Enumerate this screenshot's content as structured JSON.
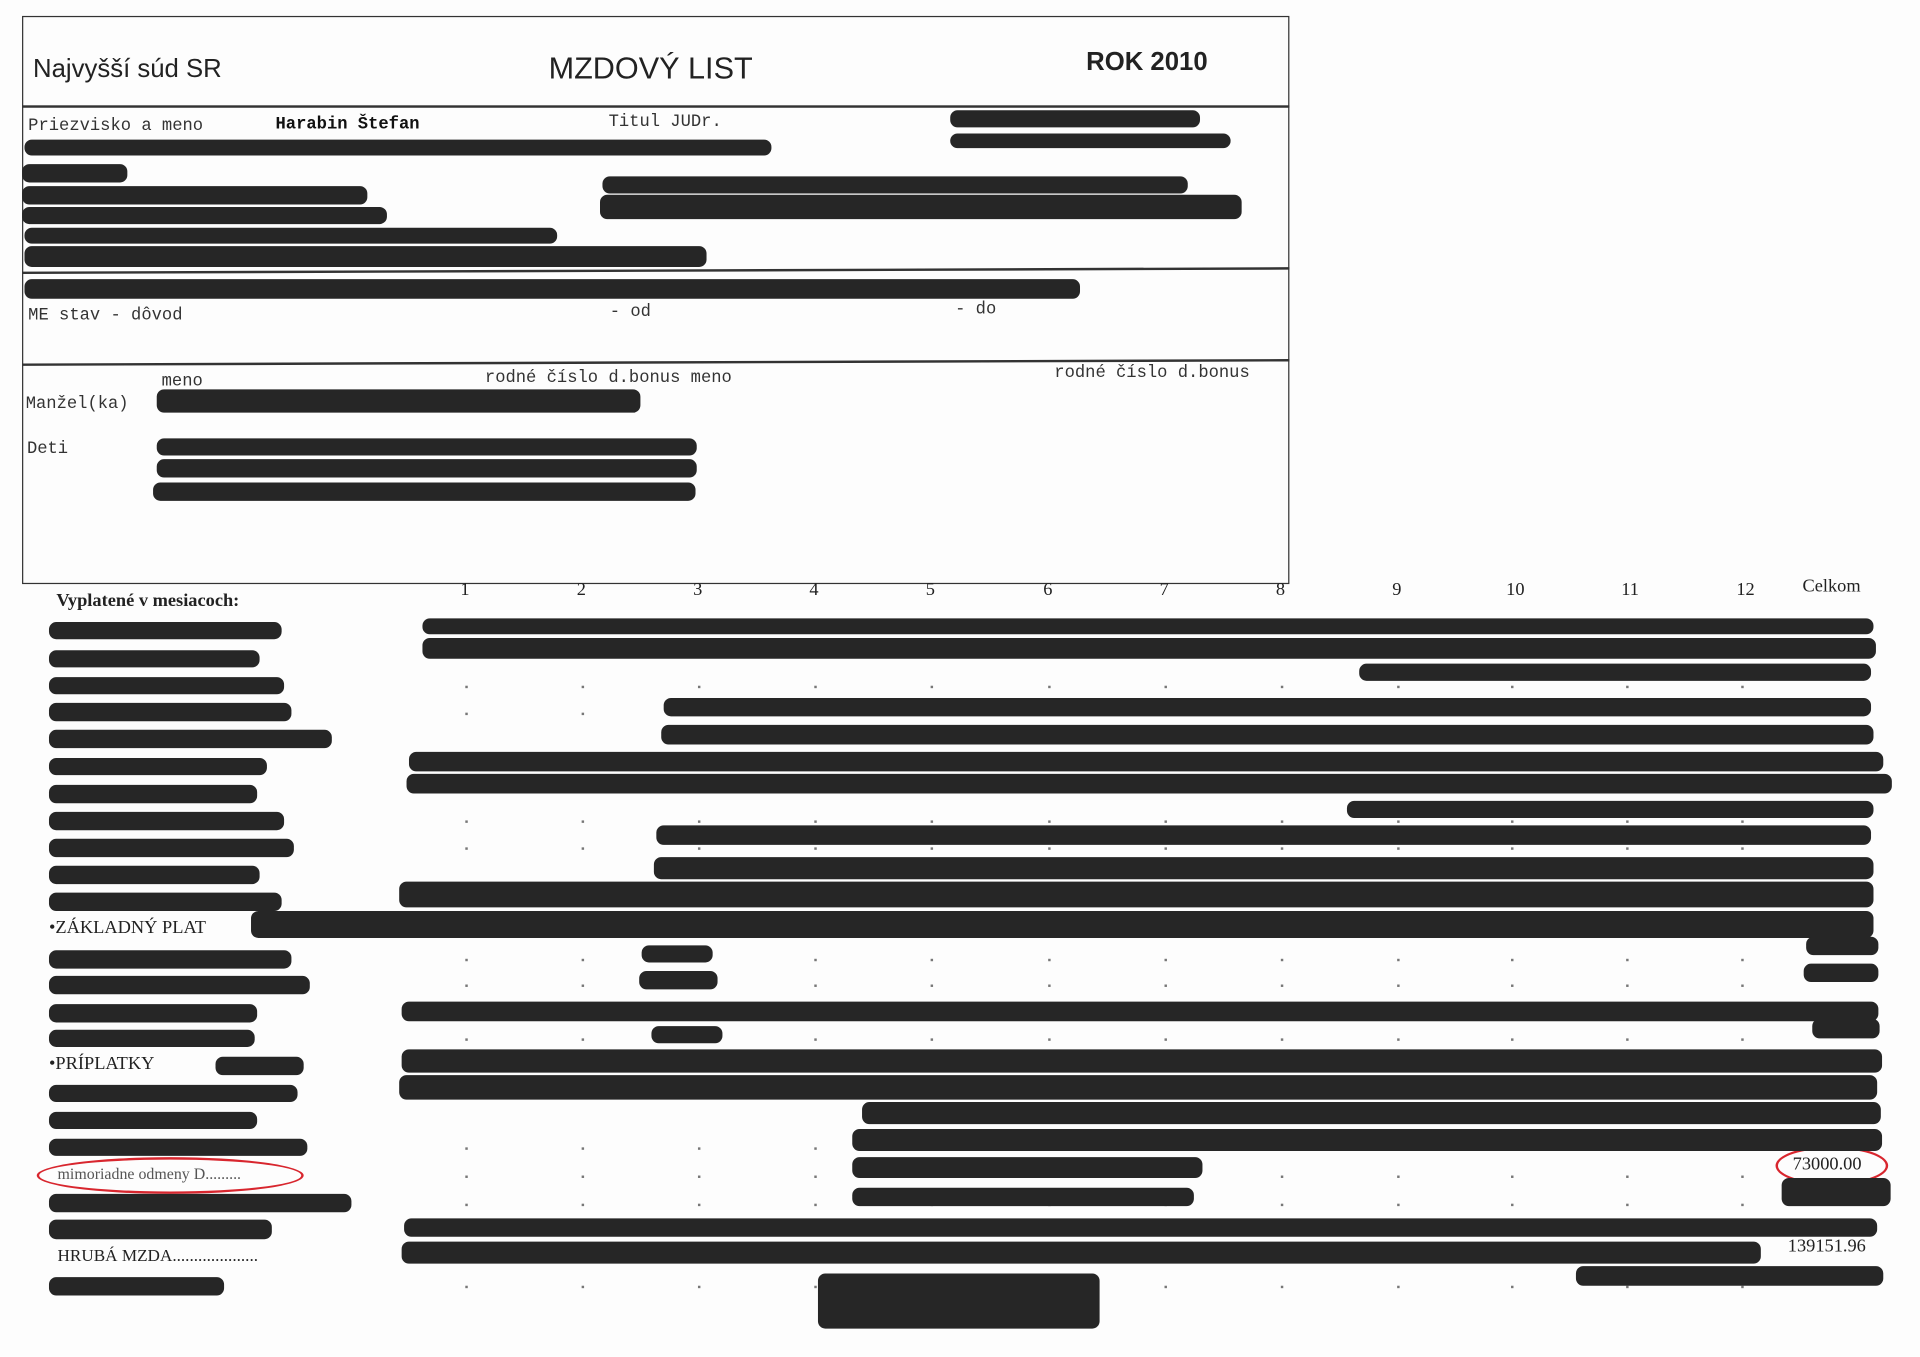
{
  "header": {
    "institution": "Najvyšší súd SR",
    "title": "MZDOVÝ LIST",
    "year": "ROK 2010"
  },
  "personal": {
    "name_label": "Priezvisko a meno",
    "name_value": "Harabin Štefan",
    "title_label": "Titul JUDr.",
    "me_status_label": "ME stav - dôvod",
    "from_label": "- od",
    "to_label": "- do",
    "meno_label": "meno",
    "rc_bonus_meno_label": "rodné číslo d.bonus meno",
    "rc_bonus_label": "rodné číslo d.bonus",
    "spouse_label": "Manžel(ka)",
    "children_label": "Deti"
  },
  "payments": {
    "heading": "Vyplatené v mesiacoch:",
    "months": [
      "1",
      "2",
      "3",
      "4",
      "5",
      "6",
      "7",
      "8",
      "9",
      "10",
      "11",
      "12"
    ],
    "total_label": "Celkom",
    "basic_salary_label": "•ZÁKLADNÝ PLAT",
    "supplements_label": "•PRÍPLATKY",
    "extraordinary_bonus_label": "mimoriadne odmeny D.........",
    "extraordinary_bonus_total": "73000.00",
    "gross_label": "HRUBÁ MZDA....................",
    "gross_total": "139151.96"
  },
  "colors": {
    "ink": "#262626",
    "annotation": "#d8262e"
  }
}
